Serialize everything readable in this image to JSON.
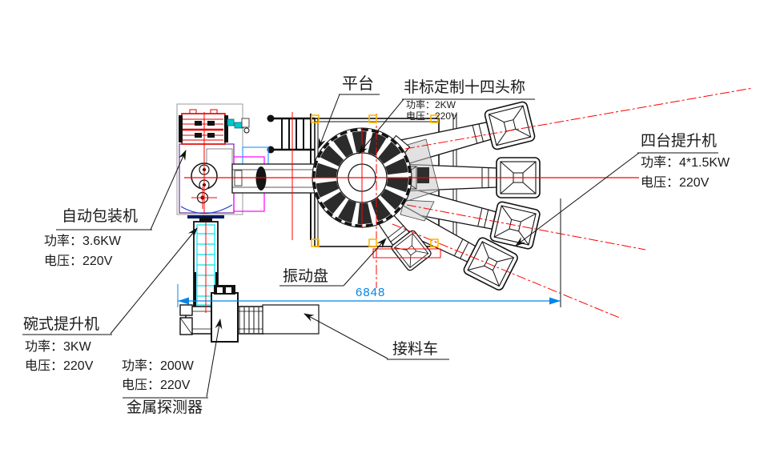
{
  "diagram": {
    "labels": {
      "platform": {
        "title": "平台"
      },
      "custom_weigher": {
        "title": "非标定制十四头称",
        "power": "功率：2KW",
        "voltage": "电压：220V"
      },
      "four_hoists": {
        "title": "四台提升机",
        "power": "功率：4*1.5KW",
        "voltage": "电压：220V"
      },
      "auto_packer": {
        "title": "自动包装机",
        "power": "功率：3.6KW",
        "voltage": "电压：220V"
      },
      "bowl_hoist": {
        "title": "碗式提升机",
        "power": "功率：3KW",
        "voltage": "电压：220V"
      },
      "metal_detector": {
        "title": "金属探测器",
        "power": "功率：200W",
        "voltage": "电压：220V"
      },
      "vibration_plate": {
        "title": "振动盘"
      },
      "receiving_cart": {
        "title": "接料车"
      }
    },
    "dimension": {
      "value": "6848"
    },
    "colors": {
      "centerline_red": "#FF0000",
      "dimension_blue": "#0585E8",
      "highlight_yellow": "#FFB900",
      "machine_magenta": "#FF00FF",
      "machine_cyan": "#00C8D2",
      "rail_cyan": "#00E5EE",
      "machine_purple": "#7030A0",
      "arc_blue": "#2244CC"
    }
  }
}
